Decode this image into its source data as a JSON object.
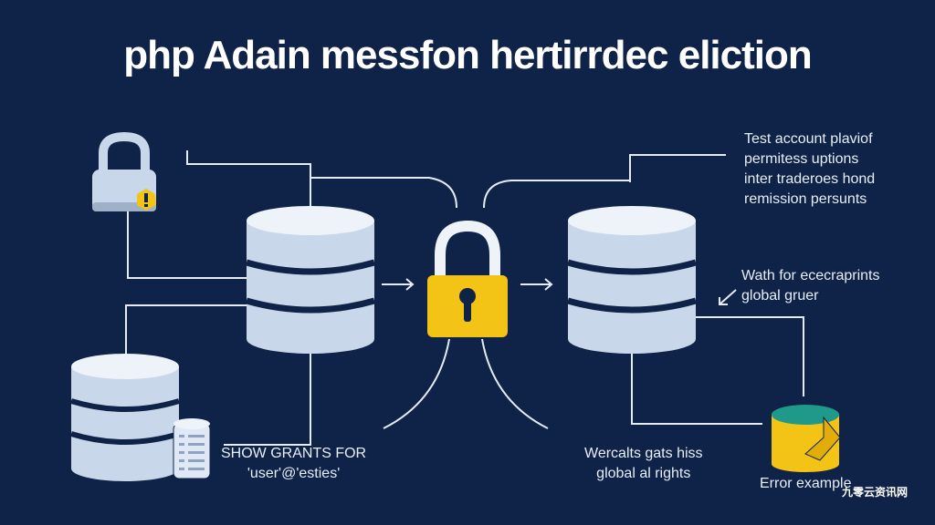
{
  "title": "php Adain messfon hertirrdec eliction",
  "note_top_right": [
    "Test account plaviof",
    "permitess uptions",
    "inter traderoes hond",
    "remission persunts"
  ],
  "note_mid_right": [
    "Wath for ececraprints",
    "global gruer"
  ],
  "note_bottom_left": [
    "SHOW GRANTS FOR",
    "'user'@'esties'"
  ],
  "note_bottom_center": [
    "Wercalts gats hiss",
    "global al rights"
  ],
  "note_error": "Error example",
  "watermark": "九零云资讯网",
  "colors": {
    "background": "#0f2247",
    "db_body": "#c9d7ea",
    "db_band": "#0f2247",
    "lock_gold": "#f3c316",
    "connector": "#e6ecf5",
    "error_teal": "#1f9a8a"
  },
  "icons": [
    "padlock-icon",
    "warning-icon",
    "database-icon",
    "keyhole-icon",
    "arrow-right-icon",
    "arrow-left-icon",
    "server-icon",
    "error-cylinder-icon"
  ]
}
